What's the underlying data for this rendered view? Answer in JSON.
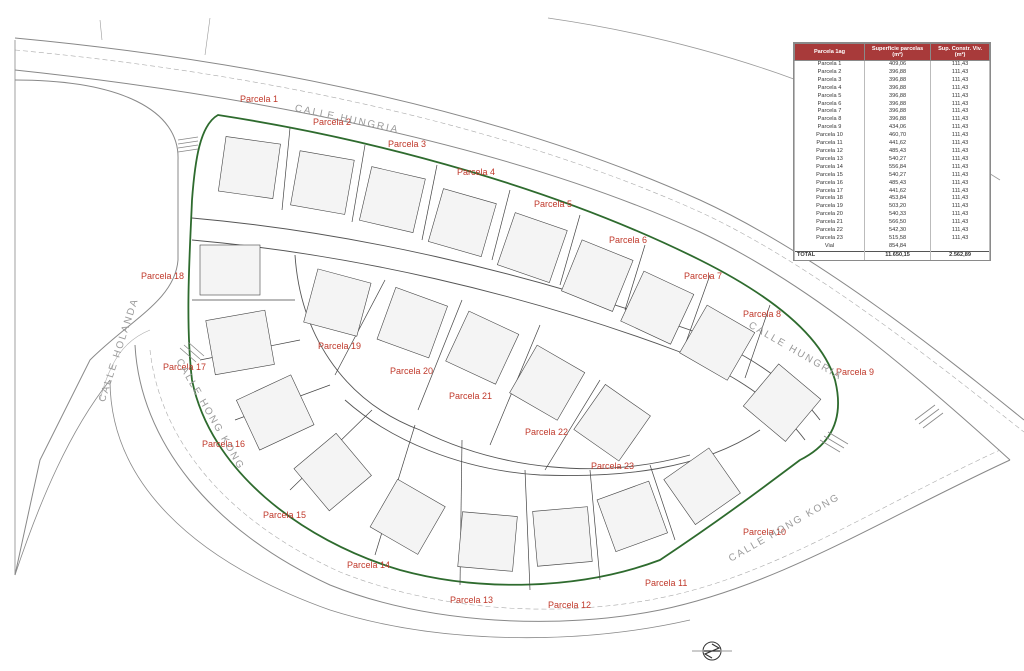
{
  "parcels": [
    "Parcela 1",
    "Parcela 2",
    "Parcela 3",
    "Parcela 4",
    "Parcela 5",
    "Parcela 6",
    "Parcela 7",
    "Parcela 8",
    "Parcela 9",
    "Parcela 10",
    "Parcela 11",
    "Parcela 12",
    "Parcela 13",
    "Parcela 14",
    "Parcela 15",
    "Parcela 16",
    "Parcela 17",
    "Parcela 18",
    "Parcela 19",
    "Parcela 20",
    "Parcela 21",
    "Parcela 22",
    "Parcela 23"
  ],
  "streets": {
    "hungria_1": "CALLE HUNGRIA",
    "hungria_2": "CALLE HUNGRIA",
    "holanda": "CALLE HOLANDA",
    "hong_kong_1": "CALLE HONG KONG",
    "hong_kong_2": "CALLE HONG KONG"
  },
  "table": {
    "headers": [
      "Parcela 1ag",
      "Superficie parcelas (m²)",
      "Sup. Constr. Viv. (m²)"
    ],
    "rows": [
      [
        "Parcela 1",
        "409,06",
        "111,43"
      ],
      [
        "Parcela 2",
        "396,88",
        "111,43"
      ],
      [
        "Parcela 3",
        "396,88",
        "111,43"
      ],
      [
        "Parcela 4",
        "396,88",
        "111,43"
      ],
      [
        "Parcela 5",
        "396,88",
        "111,43"
      ],
      [
        "Parcela 6",
        "396,88",
        "111,43"
      ],
      [
        "Parcela 7",
        "396,88",
        "111,43"
      ],
      [
        "Parcela 8",
        "396,88",
        "111,43"
      ],
      [
        "Parcela 9",
        "434,06",
        "111,43"
      ],
      [
        "Parcela 10",
        "460,70",
        "111,43"
      ],
      [
        "Parcela 11",
        "441,62",
        "111,43"
      ],
      [
        "Parcela 12",
        "485,43",
        "111,43"
      ],
      [
        "Parcela 13",
        "540,27",
        "111,43"
      ],
      [
        "Parcela 14",
        "556,84",
        "111,43"
      ],
      [
        "Parcela 15",
        "540,27",
        "111,43"
      ],
      [
        "Parcela 16",
        "485,43",
        "111,43"
      ],
      [
        "Parcela 17",
        "441,62",
        "111,43"
      ],
      [
        "Parcela 18",
        "453,84",
        "111,43"
      ],
      [
        "Parcela 19",
        "503,20",
        "111,43"
      ],
      [
        "Parcela 20",
        "540,33",
        "111,43"
      ],
      [
        "Parcela 21",
        "566,50",
        "111,43"
      ],
      [
        "Parcela 22",
        "542,30",
        "111,43"
      ],
      [
        "Parcela 23",
        "515,58",
        "111,43"
      ],
      [
        "Vial",
        "854,84",
        ""
      ]
    ],
    "total": [
      "TOTAL",
      "11.650,15",
      "2.562,89"
    ]
  },
  "colors": {
    "parcel_label": "#c0392b",
    "boundary": "#2e6b2e",
    "table_header": "#a83a3a",
    "lines": "#7a7a7a"
  }
}
